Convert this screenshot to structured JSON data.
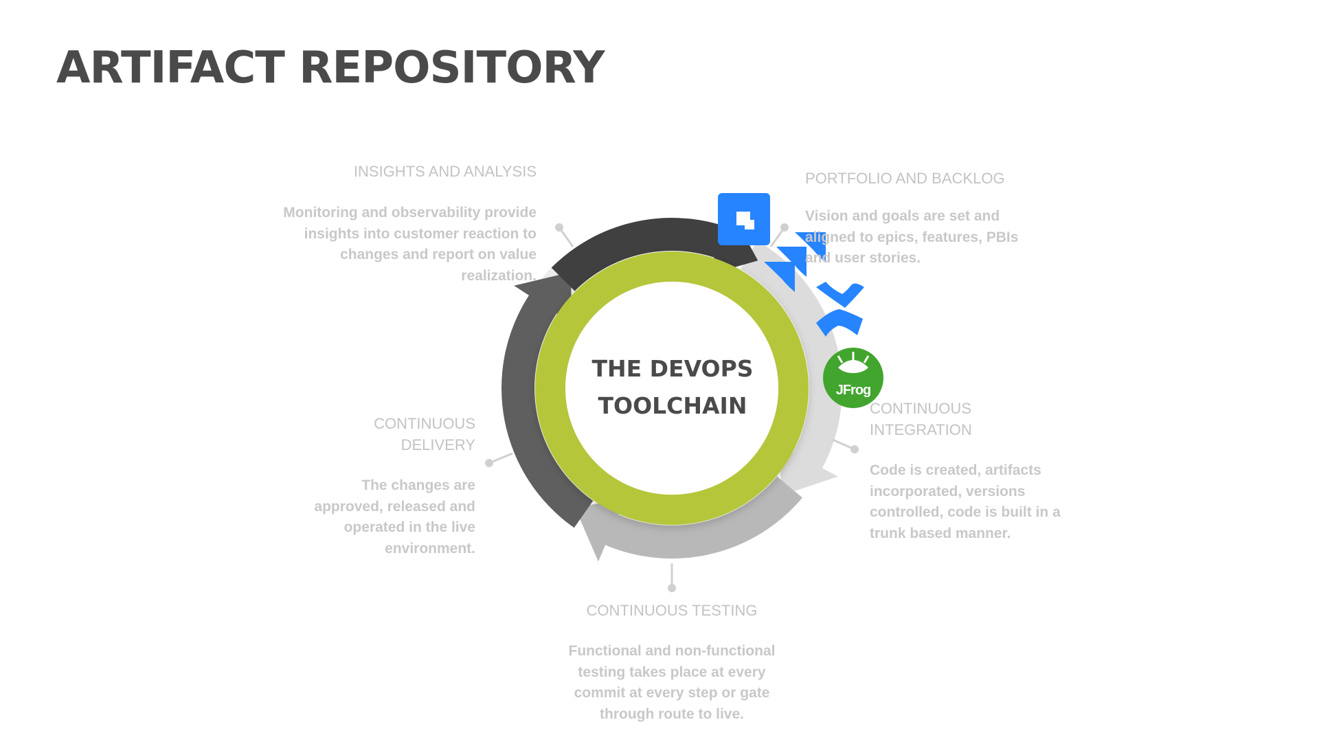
{
  "title": "ARTIFACT REPOSITORY",
  "center": {
    "title": "THE DEVOPS\nTOOLCHAIN"
  },
  "colors": {
    "green": "#b5c63a",
    "light_grey": "#ececec",
    "mid_grey": "#b8b8b8",
    "dark_grey": "#5f5f5f",
    "darkest_grey": "#404040",
    "label_grey": "#c3c3c3",
    "jira_blue": "#2684ff",
    "jfrog_green": "#41a52e"
  },
  "stages": {
    "insights": {
      "heading": "INSIGHTS AND ANALYSIS",
      "body": "Monitoring and observability provide\ninsights into customer reaction to\nchanges and report on value\nrealization."
    },
    "portfolio": {
      "heading": "PORTFOLIO AND BACKLOG",
      "body": "Vision and goals are set and\naligned to epics, features, PBIs\nand user stories."
    },
    "integration": {
      "heading": "CONTINUOUS\nINTEGRATION",
      "body": "Code is created, artifacts\nincorporated, versions\ncontrolled, code is built in a\ntrunk based manner."
    },
    "testing": {
      "heading": "CONTINUOUS TESTING",
      "body": "Functional and non-functional\ntesting takes place at every\ncommit at every step or gate\nthrough route to live."
    },
    "delivery": {
      "heading": "CONTINUOUS\nDELIVERY",
      "body": "The changes are\napproved, released and\noperated in the live\nenvironment."
    }
  },
  "logos": {
    "jfrog": {
      "label": "JFrog"
    },
    "icons": [
      "jira-software-icon",
      "jira-align-icon",
      "confluence-icon",
      "jfrog-icon"
    ]
  }
}
